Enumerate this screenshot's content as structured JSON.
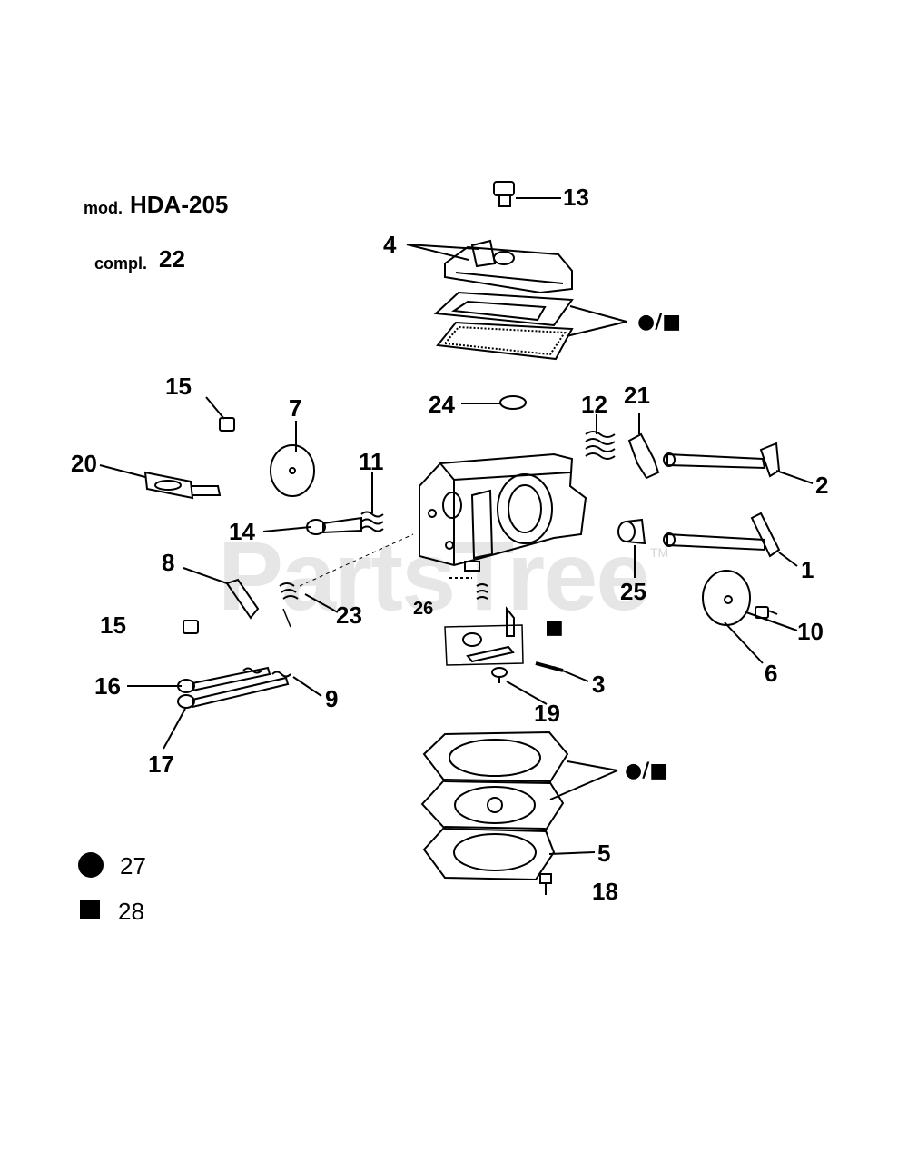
{
  "model": {
    "mod_prefix": "mod.",
    "mod_value": "HDA-205",
    "compl_prefix": "compl.",
    "compl_value": "22"
  },
  "watermark": {
    "text": "PartsTree",
    "tm": "TM"
  },
  "callouts": {
    "c1": "1",
    "c2": "2",
    "c3": "3",
    "c4": "4",
    "c5": "5",
    "c6": "6",
    "c7": "7",
    "c8": "8",
    "c9": "9",
    "c10": "10",
    "c11": "11",
    "c12": "12",
    "c13": "13",
    "c14": "14",
    "c15a": "15",
    "c15b": "15",
    "c16": "16",
    "c17": "17",
    "c18": "18",
    "c19": "19",
    "c20": "20",
    "c21": "21",
    "c23": "23",
    "c24": "24",
    "c25": "25",
    "c26": "26"
  },
  "kit_marks": {
    "top": "●/■",
    "bottom": "●/■",
    "needle": "■"
  },
  "legend": [
    {
      "symbol": "circle",
      "label": "27"
    },
    {
      "symbol": "square",
      "label": "28"
    }
  ]
}
